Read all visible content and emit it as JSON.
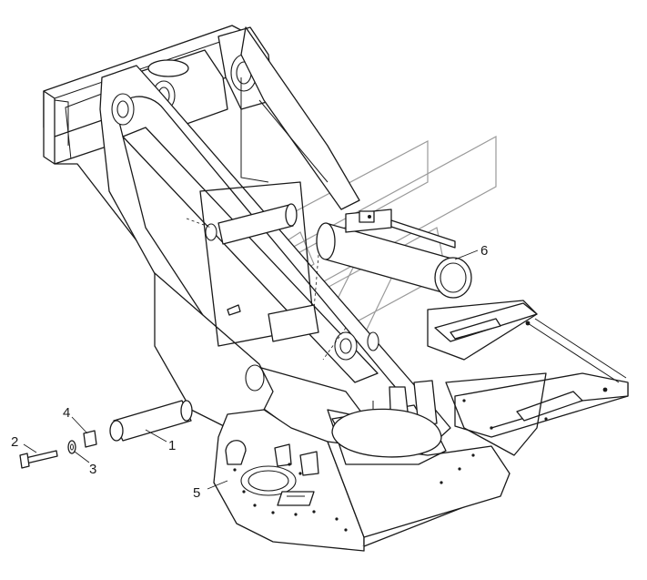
{
  "callouts": {
    "c1": "1",
    "c2": "2",
    "c3": "3",
    "c4": "4",
    "c5": "5",
    "c6": "6"
  },
  "colors": {
    "line": "#1a1a1a",
    "watermark": "#9a9a9a",
    "background": "#ffffff"
  }
}
